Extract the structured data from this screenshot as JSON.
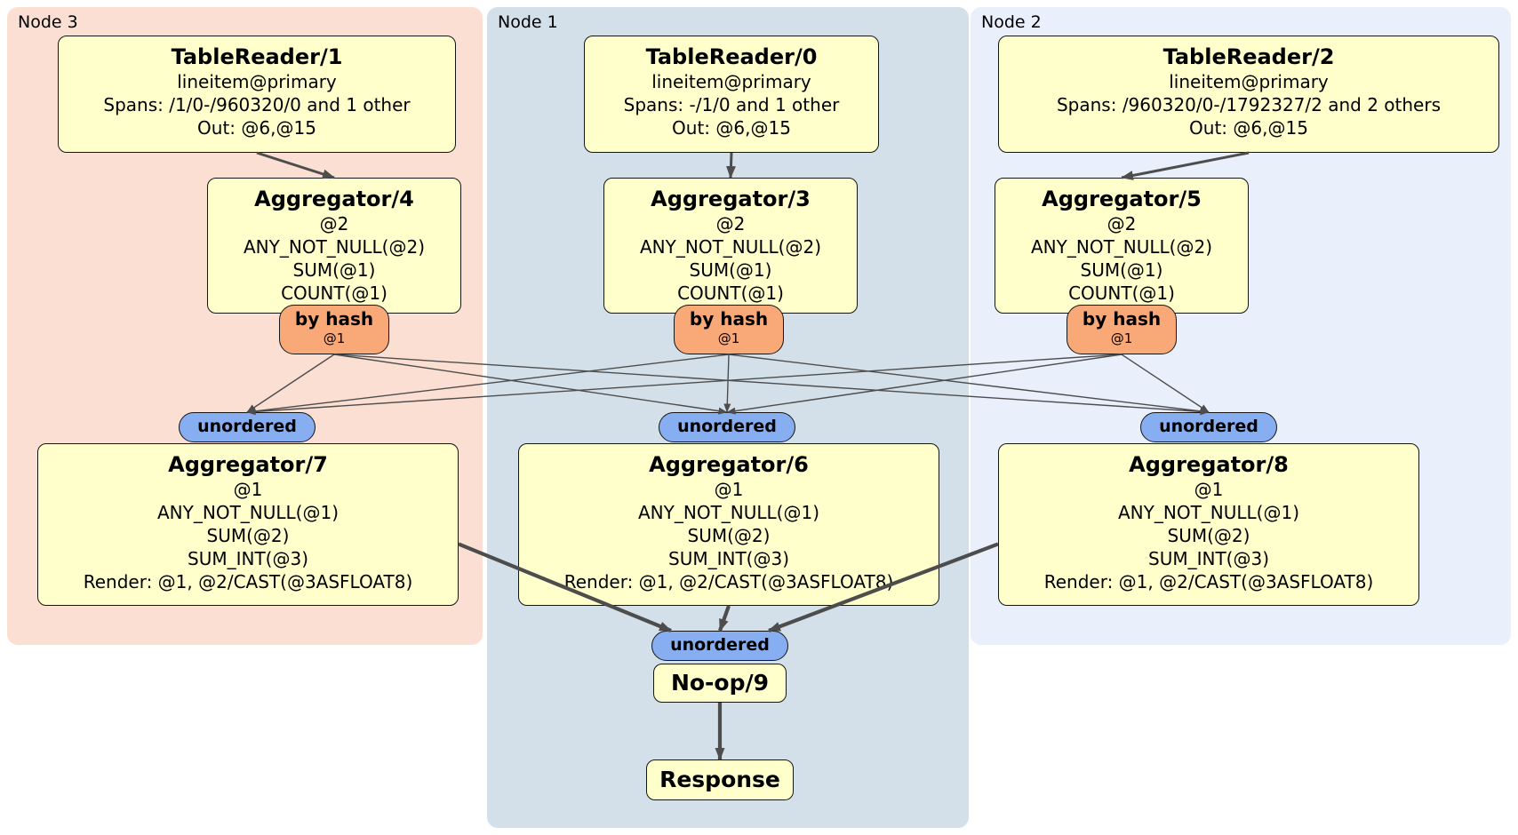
{
  "diagram": {
    "panels": {
      "node3": {
        "label": "Node 3"
      },
      "node1": {
        "label": "Node 1"
      },
      "node2": {
        "label": "Node 2"
      }
    },
    "processors": {
      "tr1": {
        "title": "TableReader/1",
        "lines": [
          "lineitem@primary",
          "Spans: /1/0-/960320/0 and 1 other",
          "Out: @6,@15"
        ]
      },
      "tr0": {
        "title": "TableReader/0",
        "lines": [
          "lineitem@primary",
          "Spans: -/1/0 and 1 other",
          "Out: @6,@15"
        ]
      },
      "tr2": {
        "title": "TableReader/2",
        "lines": [
          "lineitem@primary",
          "Spans: /960320/0-/1792327/2 and 2 others",
          "Out: @6,@15"
        ]
      },
      "agg4": {
        "title": "Aggregator/4",
        "lines": [
          "@2",
          "ANY_NOT_NULL(@2)",
          "SUM(@1)",
          "COUNT(@1)"
        ]
      },
      "agg3": {
        "title": "Aggregator/3",
        "lines": [
          "@2",
          "ANY_NOT_NULL(@2)",
          "SUM(@1)",
          "COUNT(@1)"
        ]
      },
      "agg5": {
        "title": "Aggregator/5",
        "lines": [
          "@2",
          "ANY_NOT_NULL(@2)",
          "SUM(@1)",
          "COUNT(@1)"
        ]
      },
      "agg7": {
        "title": "Aggregator/7",
        "lines": [
          "@1",
          "ANY_NOT_NULL(@1)",
          "SUM(@2)",
          "SUM_INT(@3)",
          "Render: @1, @2/CAST(@3ASFLOAT8)"
        ]
      },
      "agg6": {
        "title": "Aggregator/6",
        "lines": [
          "@1",
          "ANY_NOT_NULL(@1)",
          "SUM(@2)",
          "SUM_INT(@3)",
          "Render: @1, @2/CAST(@3ASFLOAT8)"
        ]
      },
      "agg8": {
        "title": "Aggregator/8",
        "lines": [
          "@1",
          "ANY_NOT_NULL(@1)",
          "SUM(@2)",
          "SUM_INT(@3)",
          "Render: @1, @2/CAST(@3ASFLOAT8)"
        ]
      },
      "noop": {
        "title": "No-op/9"
      },
      "resp": {
        "title": "Response"
      }
    },
    "routers": {
      "r4": {
        "label": "by hash",
        "detail": "@1"
      },
      "r3": {
        "label": "by hash",
        "detail": "@1"
      },
      "r5": {
        "label": "by hash",
        "detail": "@1"
      }
    },
    "syncs": {
      "u7": {
        "label": "unordered"
      },
      "u6": {
        "label": "unordered"
      },
      "u8": {
        "label": "unordered"
      },
      "u9": {
        "label": "unordered"
      }
    },
    "edges": [
      {
        "from": "tr1",
        "to": "agg4",
        "w": 3
      },
      {
        "from": "tr0",
        "to": "agg3",
        "w": 3
      },
      {
        "from": "tr2",
        "to": "agg5",
        "w": 3
      },
      {
        "from": "r4",
        "to": "u7",
        "w": 1.4
      },
      {
        "from": "r4",
        "to": "u6",
        "w": 1.4
      },
      {
        "from": "r4",
        "to": "u8",
        "w": 1.4
      },
      {
        "from": "r3",
        "to": "u7",
        "w": 1.4
      },
      {
        "from": "r3",
        "to": "u6",
        "w": 1.4
      },
      {
        "from": "r3",
        "to": "u8",
        "w": 1.4
      },
      {
        "from": "r5",
        "to": "u7",
        "w": 1.4
      },
      {
        "from": "r5",
        "to": "u6",
        "w": 1.4
      },
      {
        "from": "r5",
        "to": "u8",
        "w": 1.4
      },
      {
        "from": "agg7",
        "to": "u9",
        "w": 4.2,
        "fa": "right",
        "ta": "topL"
      },
      {
        "from": "agg6",
        "to": "u9",
        "w": 4.2
      },
      {
        "from": "agg8",
        "to": "u9",
        "w": 4.2,
        "fa": "left",
        "ta": "topR"
      },
      {
        "from": "noop",
        "to": "resp",
        "w": 4.2
      }
    ],
    "colors": {
      "processor_fill": "#ffffcc",
      "router_fill": "#f9a878",
      "sync_fill": "#87aef0",
      "node3_bg": "#fbdfd3",
      "node1_bg": "#d3e0e9",
      "node2_bg": "#e9effb",
      "edge": "#4d4d4d"
    }
  }
}
